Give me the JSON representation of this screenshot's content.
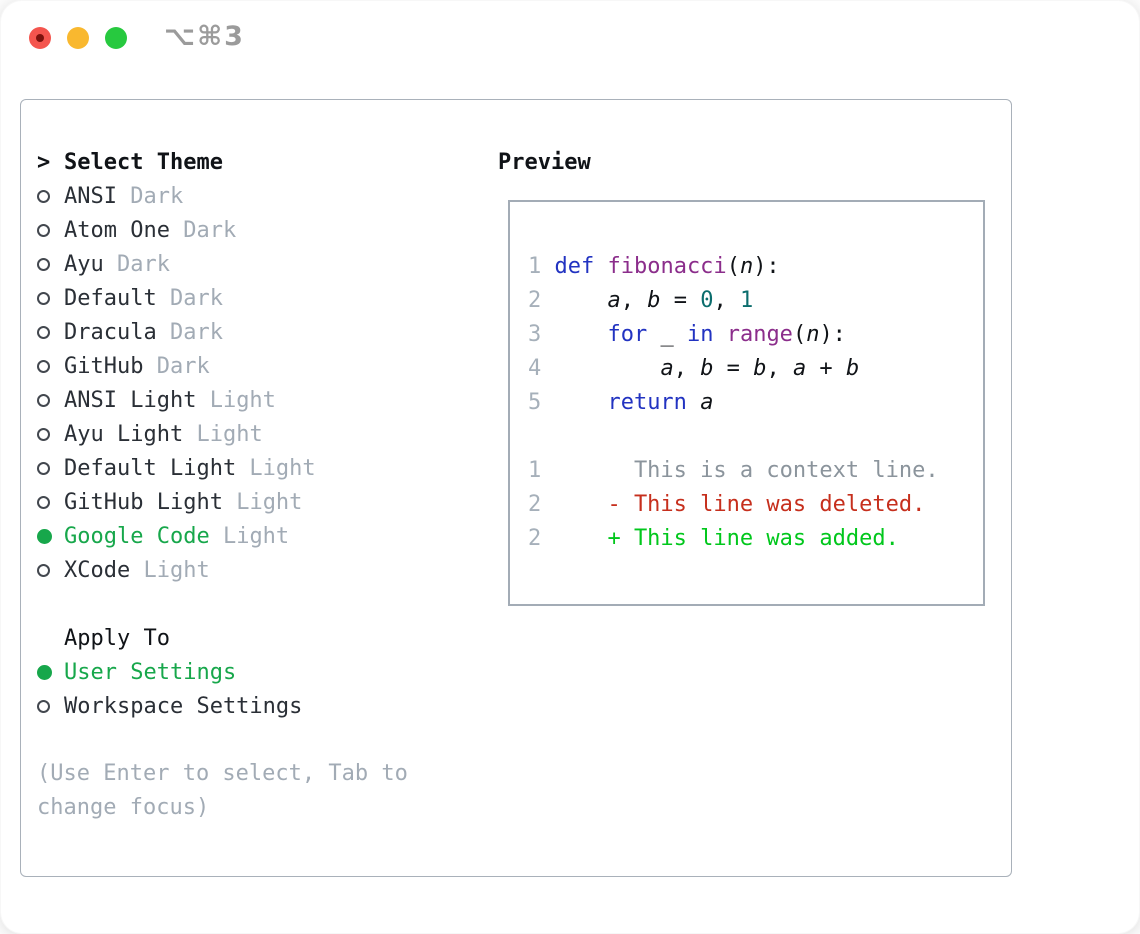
{
  "titlebar": {
    "title": "⌥⌘3",
    "buttons": [
      "close",
      "minimize",
      "zoom"
    ]
  },
  "panel": {
    "select_theme": {
      "caret": ">",
      "header": "Select Theme",
      "items": [
        {
          "name": "ANSI",
          "variant": "Dark",
          "selected": false
        },
        {
          "name": "Atom One",
          "variant": "Dark",
          "selected": false
        },
        {
          "name": "Ayu",
          "variant": "Dark",
          "selected": false
        },
        {
          "name": "Default",
          "variant": "Dark",
          "selected": false
        },
        {
          "name": "Dracula",
          "variant": "Dark",
          "selected": false
        },
        {
          "name": "GitHub",
          "variant": "Dark",
          "selected": false
        },
        {
          "name": "ANSI Light",
          "variant": "Light",
          "selected": false
        },
        {
          "name": "Ayu Light",
          "variant": "Light",
          "selected": false
        },
        {
          "name": "Default Light",
          "variant": "Light",
          "selected": false
        },
        {
          "name": "GitHub Light",
          "variant": "Light",
          "selected": false
        },
        {
          "name": "Google Code",
          "variant": "Light",
          "selected": true
        },
        {
          "name": "XCode",
          "variant": "Light",
          "selected": false
        }
      ]
    },
    "apply_to": {
      "header": "Apply To",
      "items": [
        {
          "name": "User Settings",
          "selected": true
        },
        {
          "name": "Workspace Settings",
          "selected": false
        }
      ]
    },
    "hint": "(Use Enter to select, Tab to change focus)",
    "preview": {
      "header": "Preview",
      "code_lines": [
        {
          "num": "1",
          "tokens": [
            {
              "t": "def",
              "c": "kw"
            },
            {
              "t": " ",
              "c": "pl"
            },
            {
              "t": "fibonacci",
              "c": "fn"
            },
            {
              "t": "(",
              "c": "pl"
            },
            {
              "t": "n",
              "c": "id"
            },
            {
              "t": "):",
              "c": "pl"
            }
          ]
        },
        {
          "num": "2",
          "tokens": [
            {
              "t": "    ",
              "c": "pl"
            },
            {
              "t": "a",
              "c": "id"
            },
            {
              "t": ", ",
              "c": "pl"
            },
            {
              "t": "b",
              "c": "id"
            },
            {
              "t": " = ",
              "c": "pl"
            },
            {
              "t": "0",
              "c": "num"
            },
            {
              "t": ", ",
              "c": "pl"
            },
            {
              "t": "1",
              "c": "num"
            }
          ]
        },
        {
          "num": "3",
          "tokens": [
            {
              "t": "    ",
              "c": "pl"
            },
            {
              "t": "for",
              "c": "kw"
            },
            {
              "t": " _ ",
              "c": "pl"
            },
            {
              "t": "in",
              "c": "kw"
            },
            {
              "t": " ",
              "c": "pl"
            },
            {
              "t": "range",
              "c": "fn"
            },
            {
              "t": "(",
              "c": "pl"
            },
            {
              "t": "n",
              "c": "id"
            },
            {
              "t": "):",
              "c": "pl"
            }
          ]
        },
        {
          "num": "4",
          "tokens": [
            {
              "t": "        ",
              "c": "pl"
            },
            {
              "t": "a",
              "c": "id"
            },
            {
              "t": ", ",
              "c": "pl"
            },
            {
              "t": "b",
              "c": "id"
            },
            {
              "t": " = ",
              "c": "pl"
            },
            {
              "t": "b",
              "c": "id"
            },
            {
              "t": ", ",
              "c": "pl"
            },
            {
              "t": "a",
              "c": "id"
            },
            {
              "t": " + ",
              "c": "pl"
            },
            {
              "t": "b",
              "c": "id"
            }
          ]
        },
        {
          "num": "5",
          "tokens": [
            {
              "t": "    ",
              "c": "pl"
            },
            {
              "t": "return",
              "c": "kw"
            },
            {
              "t": " ",
              "c": "pl"
            },
            {
              "t": "a",
              "c": "id"
            }
          ]
        },
        {
          "num": "",
          "tokens": []
        },
        {
          "num": "1",
          "tokens": [
            {
              "t": "      This is a context line.",
              "c": "ctx"
            }
          ]
        },
        {
          "num": "2",
          "tokens": [
            {
              "t": "    - This line was deleted.",
              "c": "del"
            }
          ]
        },
        {
          "num": "2",
          "tokens": [
            {
              "t": "    + This line was added.",
              "c": "add"
            }
          ]
        }
      ]
    }
  },
  "colors": {
    "accent_green": "#17a74b",
    "ink_strong": "#101317",
    "ink_name": "#2a2f36",
    "muted_gray": "#a2abb5",
    "border_gray": "#a9b1ba",
    "border_gray2": "#a3acb6",
    "lineno_gray": "#a6b0ba",
    "code_kw": "#2233c1",
    "code_fn": "#8b2d8b",
    "code_num": "#0b6d6d",
    "diff_ctx": "#8b949c",
    "diff_del": "#c62f1d",
    "diff_add": "#01c71c",
    "title_gray": "#9b9b9b",
    "light_red": "#f4554e",
    "light_red_dot": "#7c120d",
    "light_yellow": "#f9b82f",
    "light_green": "#27c93f"
  }
}
